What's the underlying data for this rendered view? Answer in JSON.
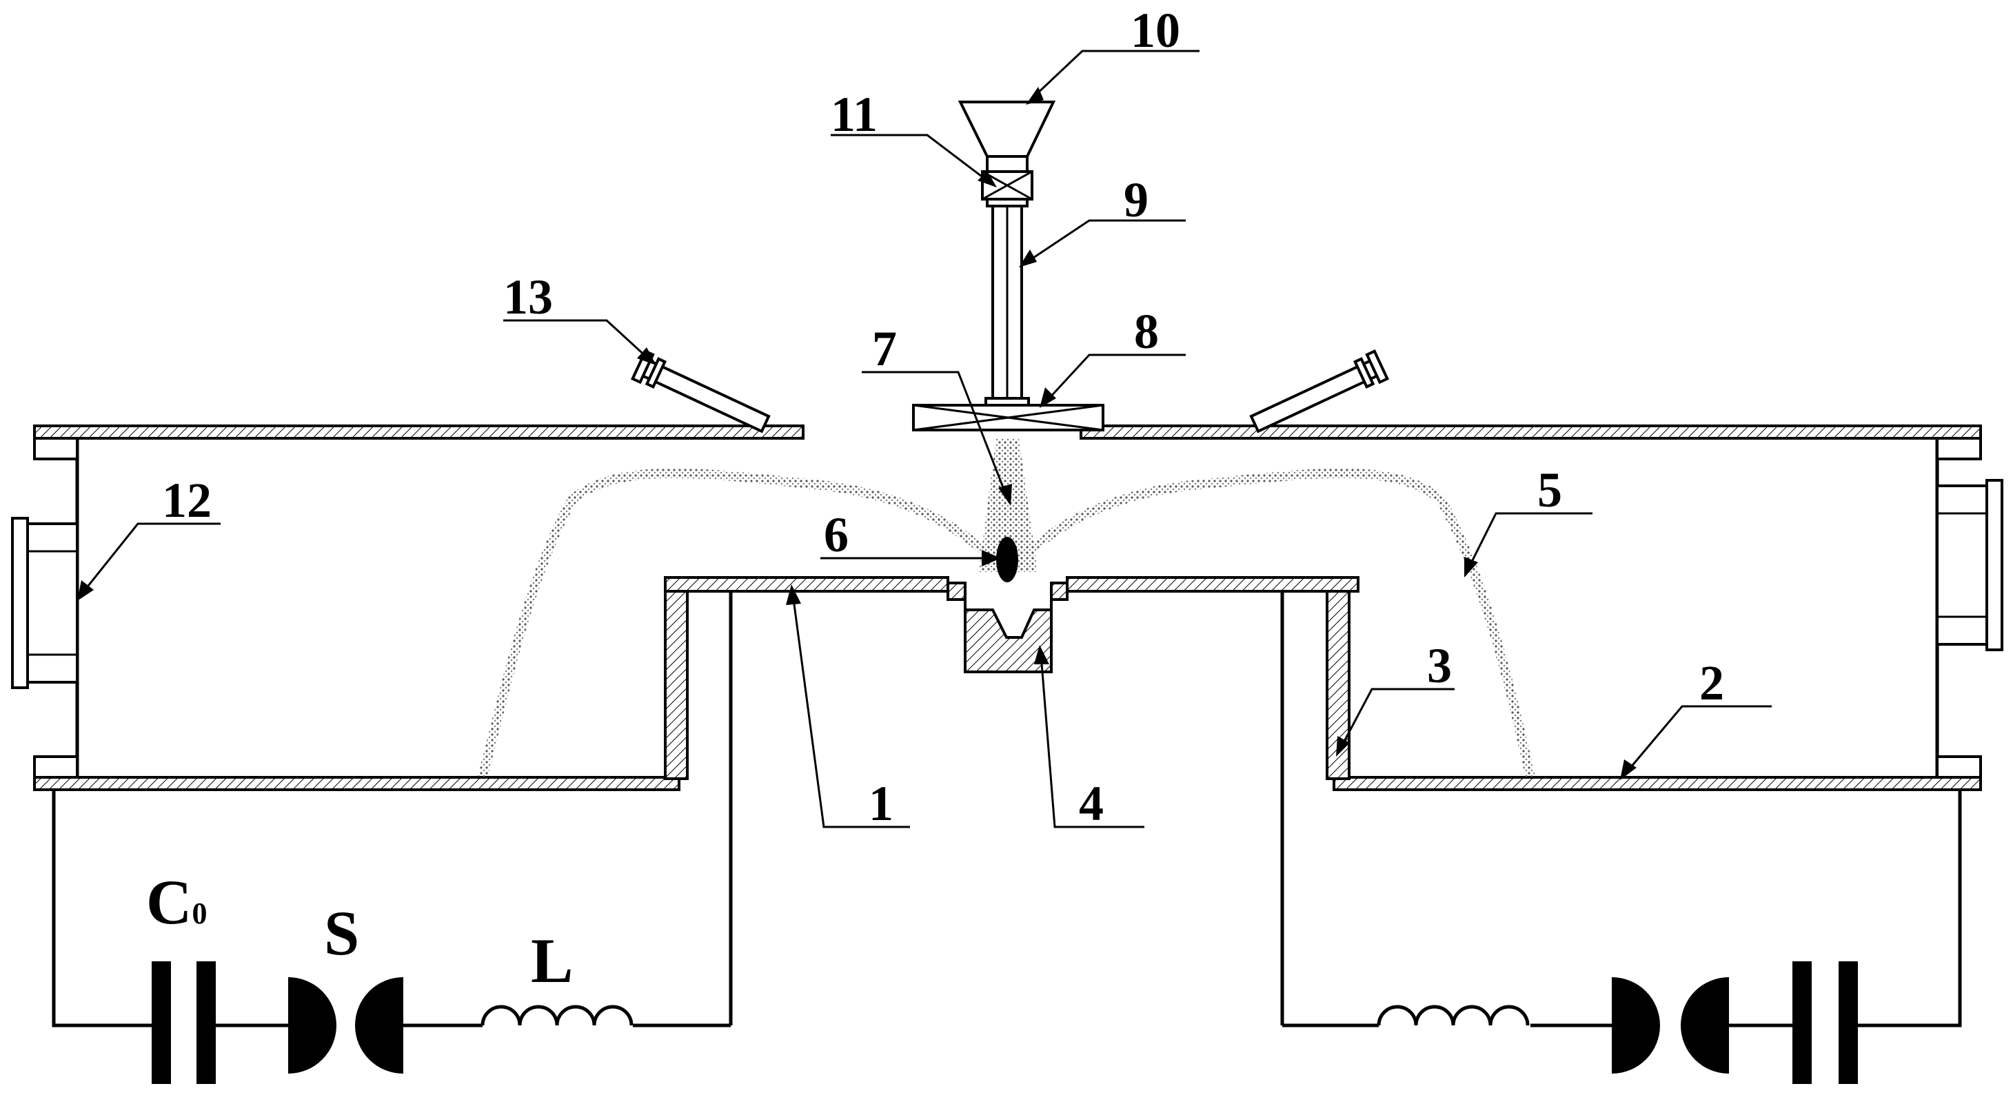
{
  "labels": {
    "n1": "1",
    "n2": "2",
    "n3": "3",
    "n4": "4",
    "n5": "5",
    "n6": "6",
    "n7": "7",
    "n8": "8",
    "n9": "9",
    "n10": "10",
    "n11": "11",
    "n12": "12",
    "n13": "13"
  },
  "circuit": {
    "capacitor": "C",
    "capacitor_subscript": "0",
    "switch": "S",
    "inductor": "L"
  }
}
